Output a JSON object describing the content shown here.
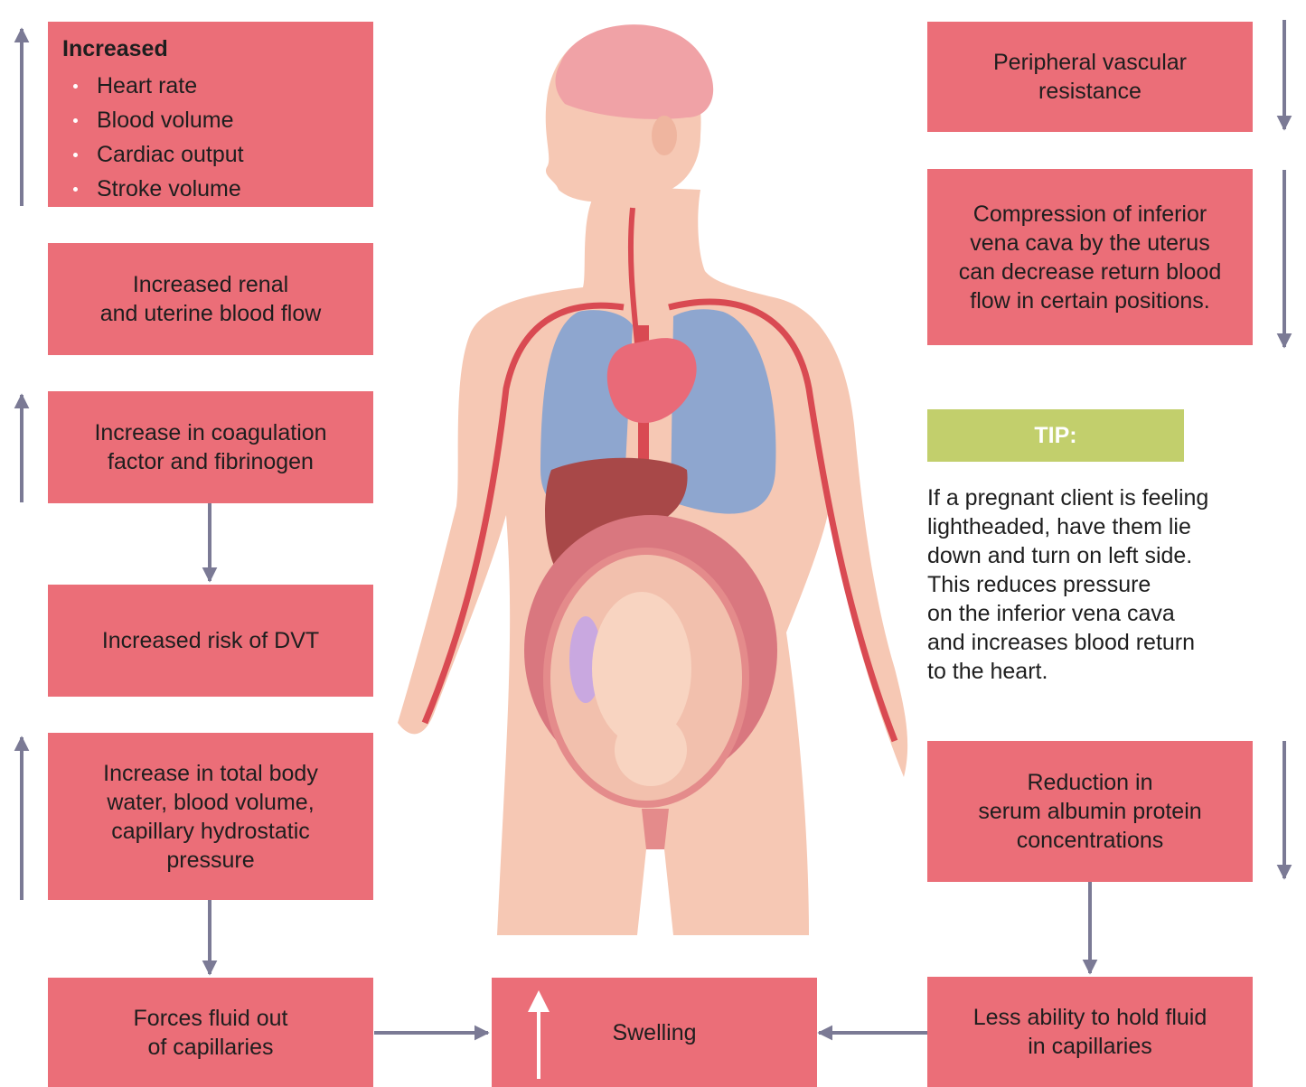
{
  "colors": {
    "box": "#eb6e78",
    "arrow": "#7b7a95",
    "tip": "#c2cf6c",
    "skin": "#f6c8b4",
    "lung": "#8ea6cf",
    "heart": "#e96a78",
    "vessel": "#d94a52"
  },
  "left": {
    "increased": {
      "heading": "Increased",
      "items": [
        "Heart rate",
        "Blood volume",
        "Cardiac output",
        "Stroke volume"
      ]
    },
    "renal": "Increased renal\nand uterine blood flow",
    "coagulation": "Increase in coagulation\nfactor and fibrinogen",
    "dvt": "Increased risk of DVT",
    "total_water": "Increase in total body\nwater, blood volume,\ncapillary hydrostatic\npressure",
    "forces_fluid": "Forces fluid out\nof capillaries"
  },
  "center": {
    "swelling": "Swelling"
  },
  "right": {
    "pvr": "Peripheral vascular\nresistance",
    "ivc": "Compression of inferior\nvena cava by the uterus\ncan decrease return blood\nflow in certain positions.",
    "tip_label": "TIP:",
    "tip_text": "If a pregnant client is feeling\nlightheaded, have them lie\ndown and turn on left side.\nThis reduces pressure\non the inferior vena cava\nand increases blood return\nto the heart.",
    "albumin": "Reduction in\nserum albumin protein\nconcentrations",
    "less_ability": "Less ability to hold fluid\nin capillaries"
  }
}
